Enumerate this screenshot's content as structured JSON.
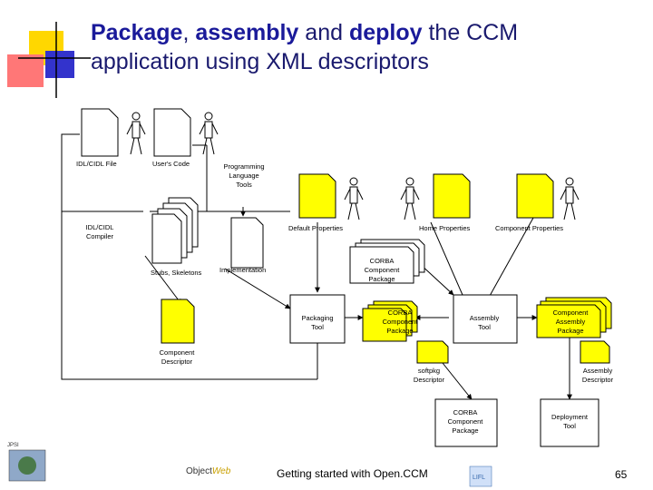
{
  "slide": {
    "title_parts": [
      {
        "text": "Package",
        "bold": true
      },
      {
        "text": ", ",
        "bold": false
      },
      {
        "text": "assembly",
        "bold": true
      },
      {
        "text": " and ",
        "bold": false
      },
      {
        "text": "deploy",
        "bold": true
      },
      {
        "text": " the CCM",
        "bold": false
      }
    ],
    "title_line2": "application using XML descriptors",
    "footer": "Getting started with Open.CCM",
    "page_number": "65",
    "logo_objectweb": "Object",
    "logo_objectweb_suffix": "Web",
    "logo_small": "JPSI",
    "logo_lifl": "LIFL"
  },
  "diagram": {
    "labels": {
      "idl_file": "IDL/CIDL File",
      "users_code": "User's Code",
      "prog_lang_tools": [
        "Programming",
        "Language",
        "Tools"
      ],
      "idl_compiler": [
        "IDL/CIDL",
        "Compiler"
      ],
      "default_properties": "Default Properties",
      "home_properties": "Home Properties",
      "component_properties": "Component Properties",
      "stubs_skeletons": "Stubs, Skeletons",
      "implementation": "Implementation",
      "corba_component_package_top": [
        "CORBA",
        "Component",
        "Package"
      ],
      "packaging_tool": [
        "Packaging",
        "Tool"
      ],
      "corba_component_package_mid": [
        "CORBA",
        "Component",
        "Package"
      ],
      "assembly_tool": [
        "Assembly",
        "Tool"
      ],
      "component_assembly_package": [
        "Component",
        "Assembly",
        "Package"
      ],
      "component_descriptor": [
        "Component",
        "Descriptor"
      ],
      "softpkg_descriptor": [
        "softpkg",
        "Descriptor"
      ],
      "assembly_descriptor": [
        "Assembly",
        "Descriptor"
      ],
      "corba_component_package_bottom": [
        "CORBA",
        "Component",
        "Package"
      ],
      "deployment_tool": [
        "Deployment",
        "Tool"
      ]
    },
    "colors": {
      "document_yellow": "#ffff00",
      "document_white": "#ffffff",
      "title_blue": "#1a1a9a",
      "deco_yellow": "#ffd700",
      "deco_red": "#ff6666",
      "deco_blue": "#3333cc"
    }
  }
}
